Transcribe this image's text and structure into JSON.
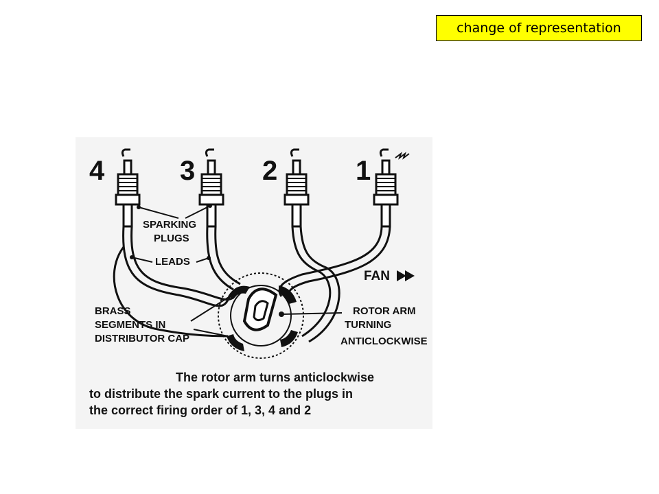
{
  "tag": {
    "text": "change of representation",
    "background": "#ffff00"
  },
  "diagram": {
    "plug_numbers": [
      "4",
      "3",
      "2",
      "1"
    ],
    "labels": {
      "sparking": "SPARKING",
      "plugs": "PLUGS",
      "leads": "LEADS",
      "fan": "FAN",
      "brass": "BRASS",
      "segments_in": "SEGMENTS IN",
      "distributor_cap": "DISTRIBUTOR CAP",
      "rotor_arm": "ROTOR ARM",
      "turning": "TURNING",
      "anticlockwise": "ANTICLOCKWISE"
    },
    "caption": [
      "The rotor arm turns anticlockwise",
      "to distribute the spark current to the plugs in",
      "the correct firing order of 1, 3, 4 and 2"
    ],
    "paper_color": "#f4f4f4",
    "ink_color": "#111111"
  }
}
